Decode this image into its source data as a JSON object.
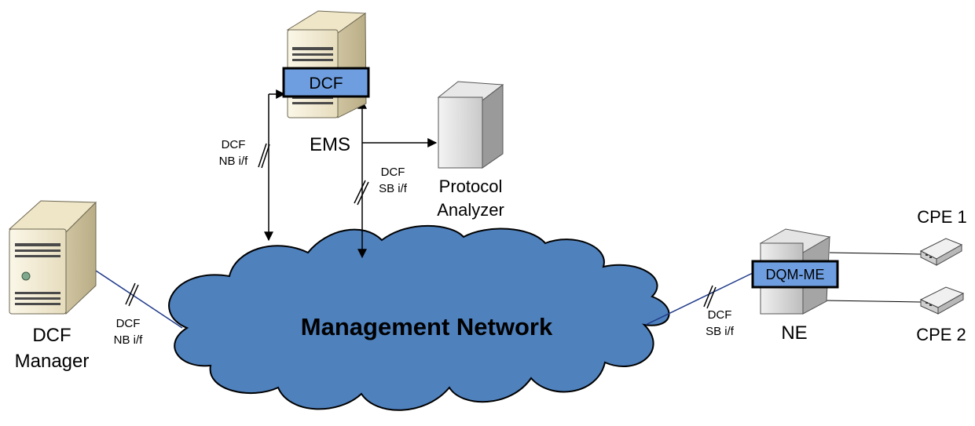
{
  "nodes": {
    "ems": {
      "label": "EMS",
      "badge": "DCF"
    },
    "protocol_analyzer": {
      "line1": "Protocol",
      "line2": "Analyzer"
    },
    "dcf_manager": {
      "line1": "DCF",
      "line2": "Manager"
    },
    "ne": {
      "label": "NE",
      "badge": "DQM-ME"
    },
    "cpe1": {
      "label": "CPE 1"
    },
    "cpe2": {
      "label": "CPE 2"
    },
    "network": {
      "label": "Management Network"
    }
  },
  "interfaces": {
    "ems_nb": {
      "line1": "DCF",
      "line2": "NB i/f"
    },
    "ems_sb": {
      "line1": "DCF",
      "line2": "SB i/f"
    },
    "manager_nb": {
      "line1": "DCF",
      "line2": "NB i/f"
    },
    "ne_sb": {
      "line1": "DCF",
      "line2": "SB i/f"
    }
  },
  "colors": {
    "cloud_fill": "#4f81bd",
    "cloud_stroke": "#000000",
    "badge_fill": "#6f9ee0",
    "link_blue": "#1f3a8a",
    "server_light": "#f5efd8",
    "server_shade": "#d9cfae"
  }
}
